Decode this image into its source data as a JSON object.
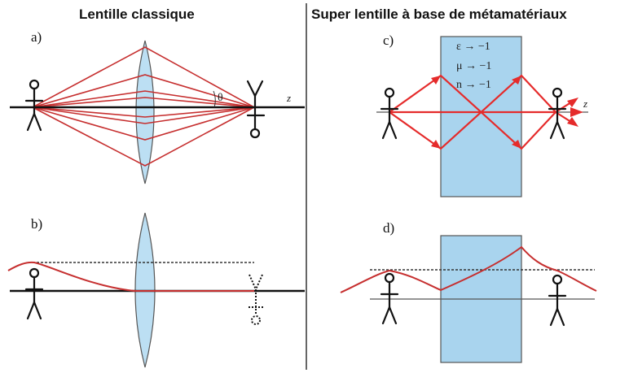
{
  "titles": {
    "classic": "Lentille classique",
    "super": "Super lentille à base de métamatériaux"
  },
  "panels": {
    "a": "a)",
    "b": "b)",
    "c": "c)",
    "d": "d)"
  },
  "metamaterial": {
    "epsilon": "ε → −1",
    "mu": "μ → −1",
    "n": "n → −1"
  },
  "axis": {
    "angle": "θ",
    "z_classic": "z",
    "z_super": "z"
  },
  "colors": {
    "ray": "#c62f2f",
    "ray_bright": "#e52b2b",
    "lens_fill": "#bcdff3",
    "slab_fill": "#a9d4ee",
    "outline": "#555555",
    "axis": "#111111"
  }
}
